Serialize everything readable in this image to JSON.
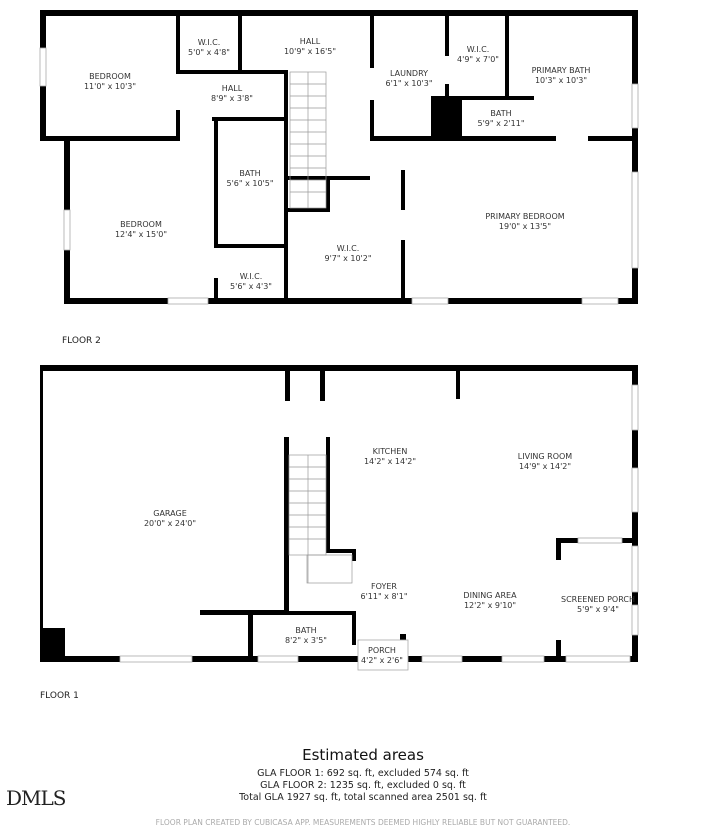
{
  "floor2": {
    "label": "FLOOR 2",
    "rooms": [
      {
        "name": "BEDROOM",
        "dims": "11'0\" x 10'3\""
      },
      {
        "name": "W.I.C.",
        "dims": "5'0\" x 4'8\""
      },
      {
        "name": "HALL",
        "dims": "10'9\" x 16'5\""
      },
      {
        "name": "HALL",
        "dims": "8'9\" x 3'8\""
      },
      {
        "name": "BATH",
        "dims": "5'6\" x 10'5\""
      },
      {
        "name": "BEDROOM",
        "dims": "12'4\" x 15'0\""
      },
      {
        "name": "W.I.C.",
        "dims": "5'6\" x 4'3\""
      },
      {
        "name": "W.I.C.",
        "dims": "9'7\" x 10'2\""
      },
      {
        "name": "LAUNDRY",
        "dims": "6'1\" x 10'3\""
      },
      {
        "name": "W.I.C.",
        "dims": "4'9\" x 7'0\""
      },
      {
        "name": "PRIMARY BATH",
        "dims": "10'3\" x 10'3\""
      },
      {
        "name": "BATH",
        "dims": "5'9\" x 2'11\""
      },
      {
        "name": "PRIMARY BEDROOM",
        "dims": "19'0\" x 13'5\""
      }
    ]
  },
  "floor1": {
    "label": "FLOOR 1",
    "rooms": [
      {
        "name": "GARAGE",
        "dims": "20'0\" x 24'0\""
      },
      {
        "name": "KITCHEN",
        "dims": "14'2\" x 14'2\""
      },
      {
        "name": "LIVING ROOM",
        "dims": "14'9\" x 14'2\""
      },
      {
        "name": "FOYER",
        "dims": "6'11\" x 8'1\""
      },
      {
        "name": "DINING AREA",
        "dims": "12'2\" x 9'10\""
      },
      {
        "name": "SCREENED PORCH",
        "dims": "5'9\" x 9'4\""
      },
      {
        "name": "BATH",
        "dims": "8'2\" x 3'5\""
      },
      {
        "name": "PORCH",
        "dims": "4'2\" x 2'6\""
      }
    ]
  },
  "areas": {
    "title": "Estimated areas",
    "lines": [
      "GLA FLOOR 1: 692 sq. ft, excluded 574 sq. ft",
      "GLA FLOOR 2: 1235 sq. ft, excluded 0 sq. ft",
      "Total GLA 1927 sq. ft, total scanned area 2501 sq. ft"
    ]
  },
  "logo": "DMLS",
  "footer": "FLOOR PLAN CREATED BY CUBICASA APP. MEASUREMENTS DEEMED HIGHLY RELIABLE BUT NOT GUARANTEED.",
  "colors": {
    "wall": "#000000",
    "window": "#cccccc",
    "footer": "#aaaaaa"
  }
}
